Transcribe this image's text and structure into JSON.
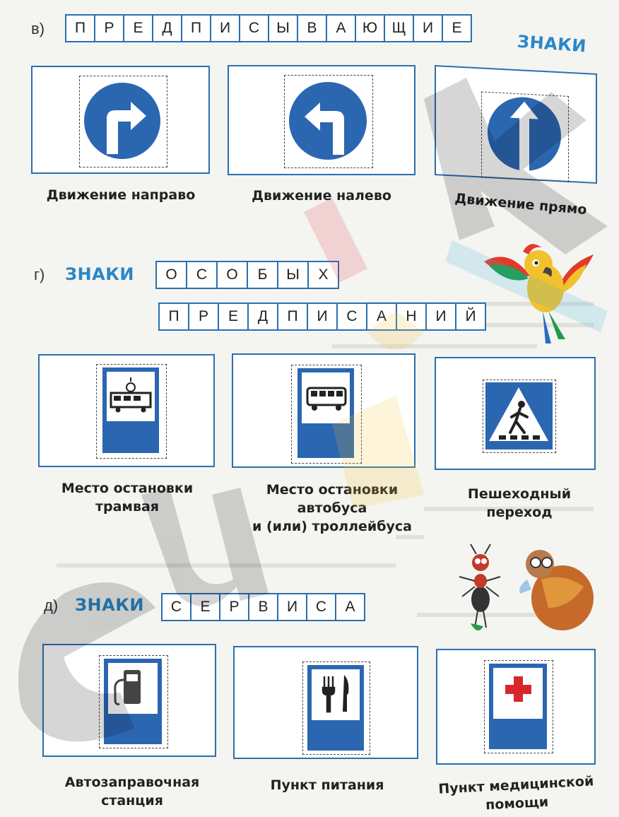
{
  "section_v": {
    "letter": "в)",
    "word_cells": [
      "П",
      "Р",
      "Е",
      "Д",
      "П",
      "И",
      "С",
      "Ы",
      "В",
      "А",
      "Ю",
      "Щ",
      "И",
      "Е"
    ],
    "znaki": "ЗНАКИ",
    "signs": [
      {
        "caption": "Движение направо",
        "icon": "turn-right-arrow-icon"
      },
      {
        "caption": "Движение налево",
        "icon": "turn-left-arrow-icon"
      },
      {
        "caption": "Движение прямо",
        "icon": "straight-arrow-icon"
      }
    ]
  },
  "section_g": {
    "letter": "г)",
    "znaki": "ЗНАКИ",
    "word1_cells": [
      "О",
      "С",
      "О",
      "Б",
      "Ы",
      "Х"
    ],
    "word2_cells": [
      "П",
      "Р",
      "Е",
      "Д",
      "П",
      "И",
      "С",
      "А",
      "Н",
      "И",
      "Й"
    ],
    "signs": [
      {
        "caption_lines": [
          "Место остановки",
          "трамвая"
        ],
        "icon": "tram-icon"
      },
      {
        "caption_lines": [
          "Место остановки",
          "автобуса",
          "и (или) троллейбуса"
        ],
        "icon": "bus-icon"
      },
      {
        "caption_lines": [
          "Пешеходный",
          "переход"
        ],
        "icon": "pedestrian-crossing-icon"
      }
    ]
  },
  "section_d": {
    "letter": "д)",
    "znaki": "ЗНАКИ",
    "word_cells": [
      "С",
      "Е",
      "Р",
      "В",
      "И",
      "С",
      "А"
    ],
    "signs": [
      {
        "caption_lines": [
          "Автозаправочная",
          "станция"
        ],
        "icon": "fuel-pump-icon"
      },
      {
        "caption_lines": [
          "Пункт питания"
        ],
        "icon": "fork-knife-icon"
      },
      {
        "caption_lines": [
          "Пункт медицинской",
          "помощи"
        ],
        "icon": "red-cross-icon"
      }
    ]
  },
  "colors": {
    "sign_blue": "#2b66b1",
    "frame_blue": "#2b6fae",
    "znaki_blue": "#2a87c8",
    "cross_red": "#d8262c"
  }
}
